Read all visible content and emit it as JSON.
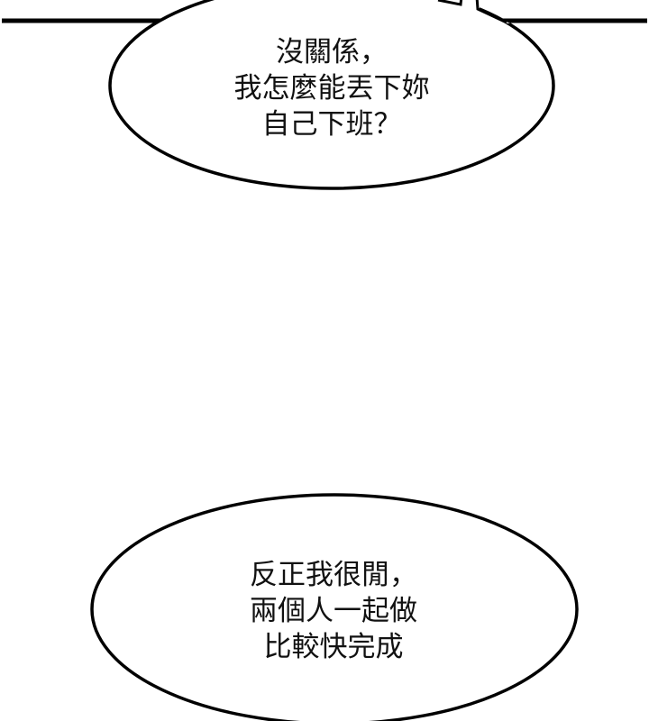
{
  "page": {
    "background_color": "#ffffff",
    "ink_color": "#000000"
  },
  "panel_border": {
    "y": 23,
    "thickness": 5
  },
  "bubbles": {
    "top": {
      "lines": [
        "沒關係，",
        "我怎麼能丟下妳",
        "自己下班？"
      ],
      "has_tail": true,
      "tail_direction": "up"
    },
    "bottom": {
      "lines": [
        "反正我很閒，",
        "兩個人一起做",
        "比較快完成"
      ],
      "has_tail": false
    }
  }
}
